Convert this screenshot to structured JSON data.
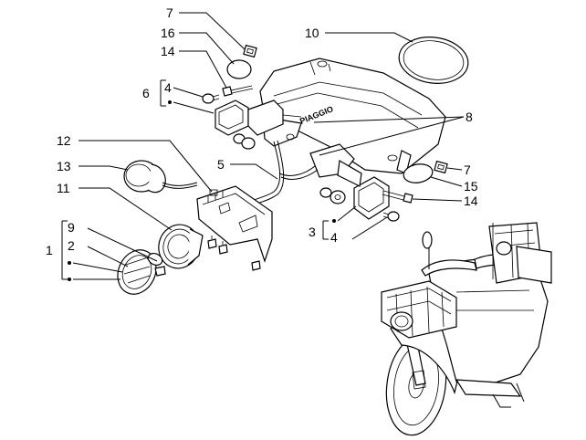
{
  "diagram": {
    "brand_label": "PIAGGIO",
    "callouts": {
      "c1": "1",
      "c2": "2",
      "c3": "3",
      "c4a": "4",
      "c4b": "4",
      "c5": "5",
      "c6": "6",
      "c7a": "7",
      "c7b": "7",
      "c8": "8",
      "c9": "9",
      "c10": "10",
      "c11": "11",
      "c12": "12",
      "c13": "13",
      "c14a": "14",
      "c14b": "14",
      "c15": "15",
      "c16": "16"
    }
  },
  "colors": {
    "line": "#000000",
    "background": "#ffffff",
    "shading": "#cfcfcf"
  }
}
